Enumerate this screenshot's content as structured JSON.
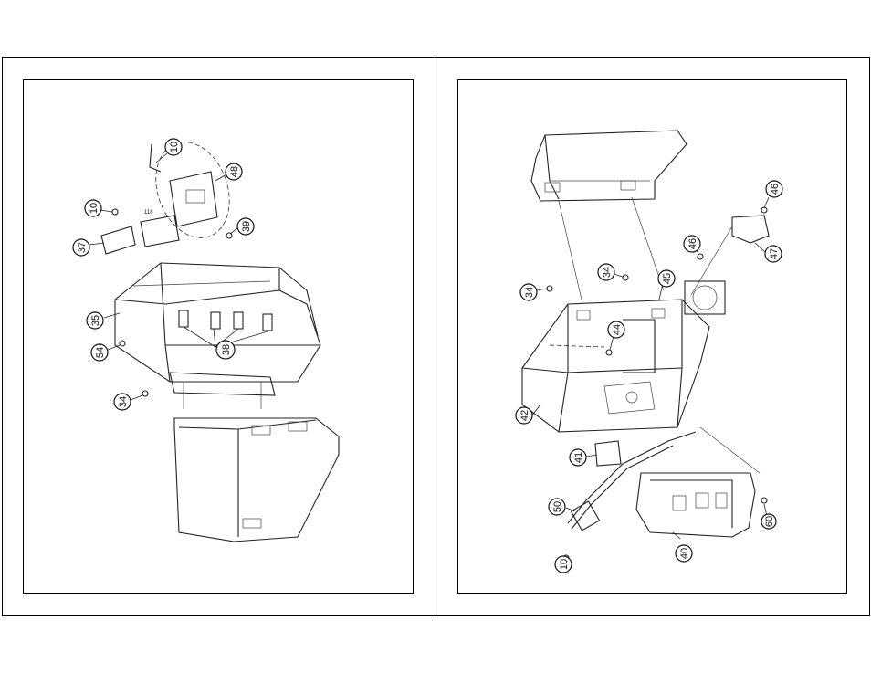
{
  "left_diagram": {
    "callouts": [
      {
        "id": "c10a",
        "label": "10"
      },
      {
        "id": "c48",
        "label": "48"
      },
      {
        "id": "c10b",
        "label": "10"
      },
      {
        "id": "c37",
        "label": "37"
      },
      {
        "id": "c39",
        "label": "39"
      },
      {
        "id": "c35",
        "label": "35"
      },
      {
        "id": "c54",
        "label": "54"
      },
      {
        "id": "c38",
        "label": "38"
      },
      {
        "id": "c34",
        "label": "34"
      }
    ],
    "small_label": "118"
  },
  "right_diagram": {
    "callouts": [
      {
        "id": "r46a",
        "label": "46"
      },
      {
        "id": "r46b",
        "label": "46"
      },
      {
        "id": "r47",
        "label": "47"
      },
      {
        "id": "r34a",
        "label": "34"
      },
      {
        "id": "r34b",
        "label": "34"
      },
      {
        "id": "r45",
        "label": "45"
      },
      {
        "id": "r44",
        "label": "44"
      },
      {
        "id": "r42",
        "label": "42"
      },
      {
        "id": "r41",
        "label": "41"
      },
      {
        "id": "r50",
        "label": "50"
      },
      {
        "id": "r10",
        "label": "10"
      },
      {
        "id": "r40",
        "label": "40"
      },
      {
        "id": "r60",
        "label": "60"
      }
    ]
  }
}
